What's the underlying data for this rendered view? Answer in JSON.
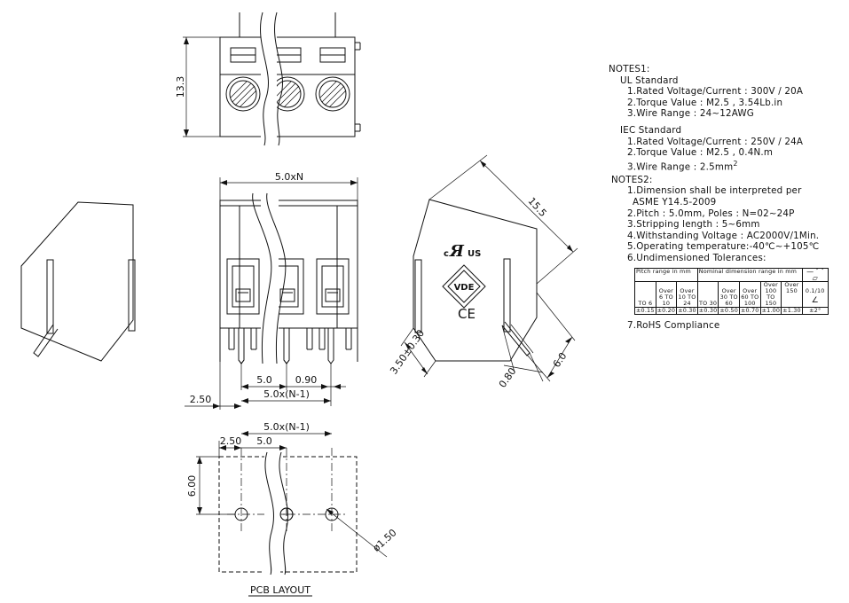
{
  "dimensions": {
    "height_top": "13.3",
    "pitch_n": "5.0xN",
    "pitch": "5.0",
    "pin_width": "0.90",
    "pitch_n1": "5.0x(N-1)",
    "edge_offset": "2.50",
    "side_height": "15.5",
    "pin_offset": "3.50±0.30",
    "pin_thickness": "0.80",
    "side_depth": "6.0",
    "pcb_pitch_n1": "5.0x(N-1)",
    "pcb_edge": "2.50",
    "pcb_pitch": "5.0",
    "pcb_row": "6.00",
    "hole_diameter": "ø1.50"
  },
  "pcb_layout_label": "PCB LAYOUT",
  "logos": {
    "ul": "US",
    "vde": "VDE",
    "ce": "CE"
  },
  "notes": {
    "notes1_heading": "NOTES1:",
    "ul_heading": "UL Standard",
    "ul_items": [
      "1.Rated Voltage/Current : 300V / 20A",
      "2.Torque Value : M2.5 , 3.54Lb.in",
      "3.Wire Range : 24~12AWG"
    ],
    "iec_heading": "IEC Standard",
    "iec_items": [
      "1.Rated Voltage/Current : 250V / 24A",
      "2.Torque Value : M2.5 , 0.4N.m"
    ],
    "iec_wire_range": "3.Wire Range : 2.5mm",
    "iec_wire_sup": "2",
    "notes2_heading": "NOTES2:",
    "notes2_items": [
      "1.Dimension shall be interpreted per",
      "ASME Y14.5-2009",
      "2.Pitch : 5.0mm, Poles : N=02~24P",
      "3.Stripping length : 5~6mm",
      "4.Withstanding Voltage : AC2000V/1Min.",
      "5.Operating temperature:-40℃~+105℃",
      "6.Undimensioned Tolerances:"
    ],
    "rohs": "7.RoHS Compliance"
  },
  "tolerance_table": {
    "pitch_header": "Pitch range in mm",
    "nominal_header": "Nominal dimension range in mm",
    "pitch_cols": [
      "TO 6",
      "Over 6 TO 10",
      "Over 10 TO 24"
    ],
    "pitch_values": [
      "±0.15",
      "±0.20",
      "±0.30"
    ],
    "nominal_cols": [
      "TO 30",
      "Over 30 TO 60",
      "Over 60 TO 100",
      "Over 100 TO 150",
      "Over 150"
    ],
    "nominal_values": [
      "±0.30",
      "±0.50",
      "±0.70",
      "±1.00",
      "±1.30"
    ],
    "geo_header": "— ⌒ ▱",
    "geo_value": "0.1/10",
    "angle_symbol": "∠",
    "angle_value": "±2°"
  }
}
